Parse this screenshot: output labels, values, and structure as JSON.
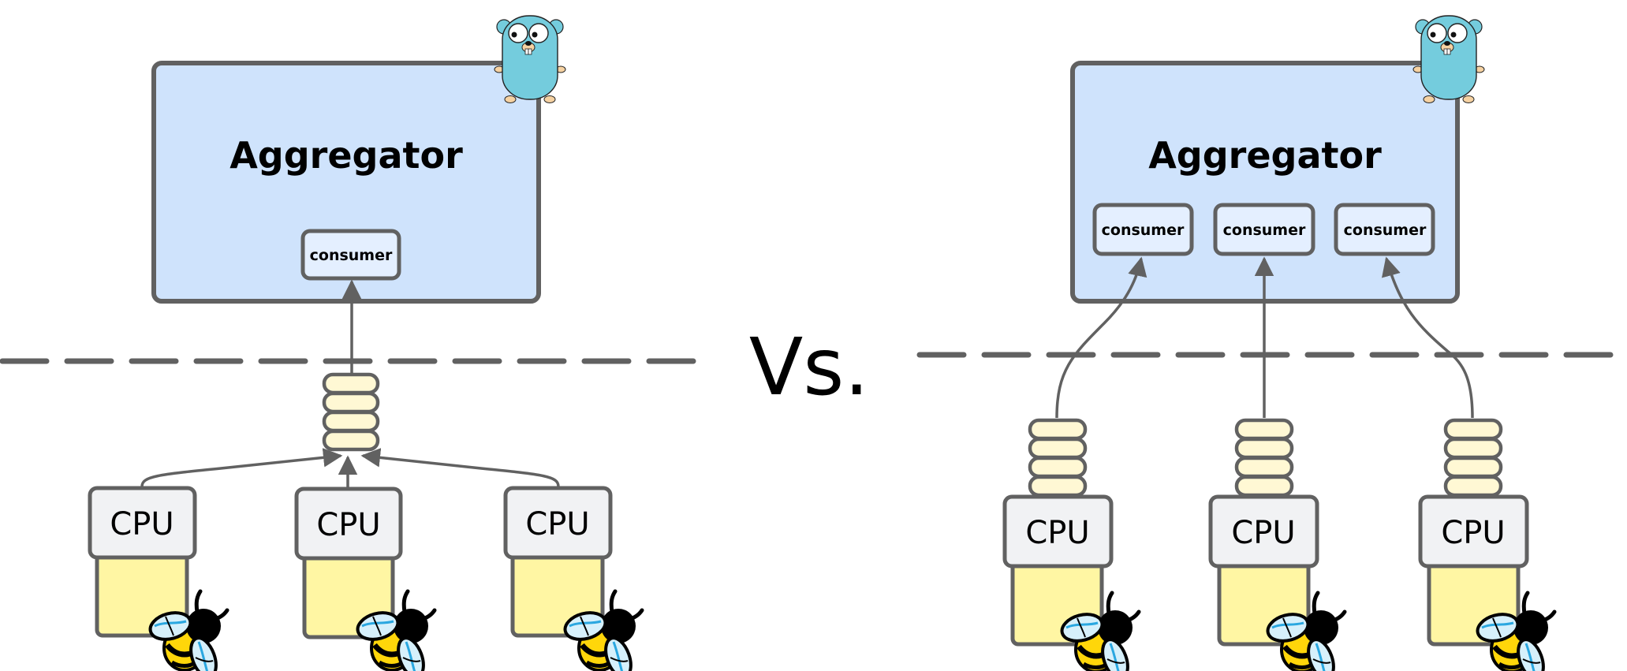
{
  "comparison_label": "Vs.",
  "colors": {
    "aggregator_fill": "#cfe3fc",
    "consumer_fill": "#e4efff",
    "cpu_fill": "#f1f2f4",
    "cpu_work_fill": "#fff6a3",
    "queue_fill": "#fff8d4",
    "stroke": "#616161",
    "gopher_body": "#74ccdd",
    "bee_yellow": "#ffd60a",
    "bee_wing": "#d6f0fb",
    "bee_wing_vein": "#2aa7e0"
  },
  "left": {
    "aggregator": {
      "title": "Aggregator"
    },
    "consumers": [
      {
        "label": "consumer"
      }
    ],
    "queues": [
      {
        "slots": 4
      }
    ],
    "cpus": [
      {
        "label": "CPU"
      },
      {
        "label": "CPU"
      },
      {
        "label": "CPU"
      }
    ]
  },
  "right": {
    "aggregator": {
      "title": "Aggregator"
    },
    "consumers": [
      {
        "label": "consumer"
      },
      {
        "label": "consumer"
      },
      {
        "label": "consumer"
      }
    ],
    "queues": [
      {
        "slots": 4
      },
      {
        "slots": 4
      },
      {
        "slots": 4
      }
    ],
    "cpus": [
      {
        "label": "CPU"
      },
      {
        "label": "CPU"
      },
      {
        "label": "CPU"
      }
    ]
  }
}
